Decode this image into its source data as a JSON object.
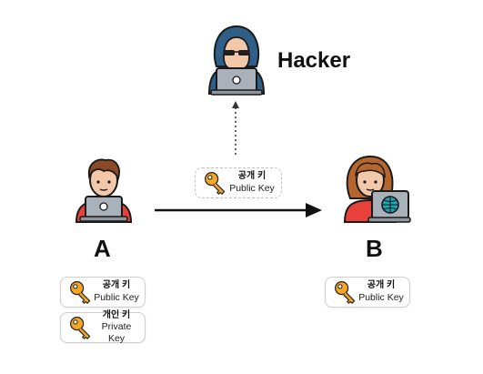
{
  "hacker": {
    "label": "Hacker",
    "icon": "hacker-icon"
  },
  "node_a": {
    "label": "A",
    "icon": "man-laptop-icon"
  },
  "node_b": {
    "label": "B",
    "icon": "woman-laptop-icon"
  },
  "transit_key": {
    "ko": "공개 키",
    "en": "Public Key",
    "icon": "key-icon"
  },
  "a_keys": [
    {
      "ko": "공개 키",
      "en": "Public Key",
      "icon": "key-icon"
    },
    {
      "ko": "개인 키",
      "en": "Private Key",
      "icon": "key-icon"
    }
  ],
  "b_keys": [
    {
      "ko": "공개 키",
      "en": "Public Key",
      "icon": "key-icon"
    }
  ],
  "colors": {
    "key": "#F5A623",
    "hood": "#2F5F86",
    "shirt_red": "#E8413C",
    "laptop": "#9BA3AC"
  }
}
